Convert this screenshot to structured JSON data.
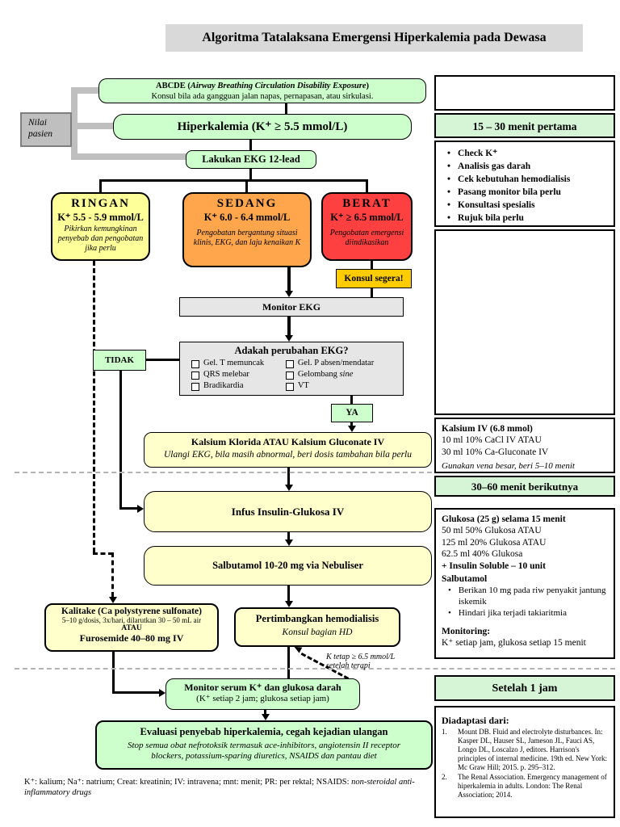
{
  "title": "Algoritma Tatalaksana Emergensi Hiperkalemia pada Dewasa",
  "flow": {
    "abcde": {
      "bold": "ABCDE (",
      "italic": "Airway Breathing Circulation Disability Exposure",
      "close": ")",
      "line2": "Konsul bila ada gangguan jalan napas, pernapasan, atau sirkulasi."
    },
    "nilai_pasien": "Nilai pasien",
    "hiperkalemia": "Hiperkalemia (K⁺ ≥ 5.5 mmol/L)",
    "ekg12": "Lakukan EKG 12-lead",
    "ringan": {
      "title": "RINGAN",
      "range": "K⁺ 5.5 - 5.9 mmol/L",
      "note": "Pikirkan kemungkinan penyebab dan pengobatan jika perlu"
    },
    "sedang": {
      "title": "SEDANG",
      "range": "K⁺ 6.0 - 6.4 mmol/L",
      "note": "Pengobatan bergantung situasi klinis, EKG, dan laju kenaikan K"
    },
    "berat": {
      "title": "BERAT",
      "range": "K⁺ ≥ 6.5 mmol/L",
      "note": "Pengobatan emergensi diindikasikan"
    },
    "konsul_segera": "Konsul segera!",
    "monitor_ekg": "Monitor EKG",
    "ekg_change": {
      "title": "Adakah perubahan EKG?",
      "item1": "Gel. T memuncak",
      "item2": "Gel. P absen/mendatar",
      "item3": "QRS melebar",
      "item4_pre": "Gelombang ",
      "item4_italic": "sine",
      "item5": "Bradikardia",
      "item6": "VT"
    },
    "tidak": "TIDAK",
    "ya": "YA",
    "kalsium": {
      "title": "Kalsium Klorida ATAU Kalsium Gluconate IV",
      "note": "Ulangi EKG, bila masih abnormal, beri dosis tambahan bila perlu"
    },
    "infus": "Infus Insulin-Glukosa IV",
    "salbutamol": "Salbutamol 10-20 mg via Nebuliser",
    "kalitake": {
      "title": "Kalitake (Ca polystyrene sulfonate)",
      "dose": "5–10 g/dosis, 3x/hari, dilarutkan 30 – 50 mL air",
      "atau": "ATAU",
      "furosemide": "Furosemide 40–80 mg IV"
    },
    "hd": {
      "title": "Pertimbangkan hemodialisis",
      "note": "Konsul bagian HD"
    },
    "feedback": {
      "line1": "K tetap ≥ 6.5 mmol/L",
      "line2": "setelah terapi"
    },
    "monitor_serum": {
      "title": "Monitor serum K⁺ dan glukosa darah",
      "note": "(K⁺ setiap 2 jam; glukosa setiap jam)"
    },
    "evaluasi": {
      "title": "Evaluasi penyebab hiperkalemia, cegah kejadian ulangan",
      "note": "Stop semua obat nefrotoksik termasuk ace-inhibitors, angiotensin II receptor blockers, potassium-sparing diuretics, NSAIDS dan pantau diet"
    }
  },
  "footnote": {
    "normal": "K⁺: kalium; Na⁺: natrium; Creat: kreatinin; IV: intravena; mnt: menit; PR: per rektal; NSAIDS: ",
    "italic": "non-steroidal anti-inflammatory drugs"
  },
  "sidebar": {
    "header1": "15 – 30 menit pertama",
    "checklist": [
      "Check K⁺",
      "Analisis gas darah",
      "Cek kebutuhan hemodialisis",
      "Pasang monitor bila perlu",
      "Konsultasi spesialis",
      "Rujuk bila perlu"
    ],
    "kalsium_iv": {
      "title": "Kalsium IV (6.8 mmol)",
      "line1": "10 ml 10% CaCl IV ATAU",
      "line2": "30 ml 10% Ca-Gluconate IV",
      "note": "Gunakan vena besar, beri 5–10 menit"
    },
    "header2": "30–60 menit berikutnya",
    "glukosa": {
      "title": "Glukosa (25 g) selama 15 menit",
      "line1": "50 ml 50% Glukosa ATAU",
      "line2": "125 ml 20% Glukosa ATAU",
      "line3": "62.5 ml 40% Glukosa",
      "insulin": "+ Insulin Soluble – 10 unit",
      "salbutamol_title": "Salbutamol",
      "bullets": [
        "Berikan 10 mg pada riw penyakit jantung iskemik",
        "Hindari jika terjadi takiaritmia"
      ],
      "monitoring_title": "Monitoring:",
      "monitoring_note": "K⁺ setiap jam, glukosa setiap 15 menit"
    },
    "header3": "Setelah 1 jam",
    "references": {
      "title": "Diadaptasi dari:",
      "items": [
        "Mount DB. Fluid and electrolyte disturbances. In: Kasper DL, Hauser SL, Jameson JL, Fauci AS, Longo DL, Loscalzo J, editors. Harrison's principles of internal medicine. 19th ed. New York: Mc Graw Hill; 2015. p. 295–312.",
        "The Renal Association. Emergency management of hiperkalemia in adults. London: The Renal Association; 2014."
      ]
    }
  },
  "colors": {
    "flow_green": "#ccffcc",
    "mild_yellow": "#ffff99",
    "moderate_orange": "#ffa64d",
    "severe_red": "#ff4040",
    "alert_gold": "#ffcc00",
    "panel_gray": "#e6e6e6",
    "header_green": "#d6f5d6",
    "title_gray": "#d9d9d9"
  }
}
